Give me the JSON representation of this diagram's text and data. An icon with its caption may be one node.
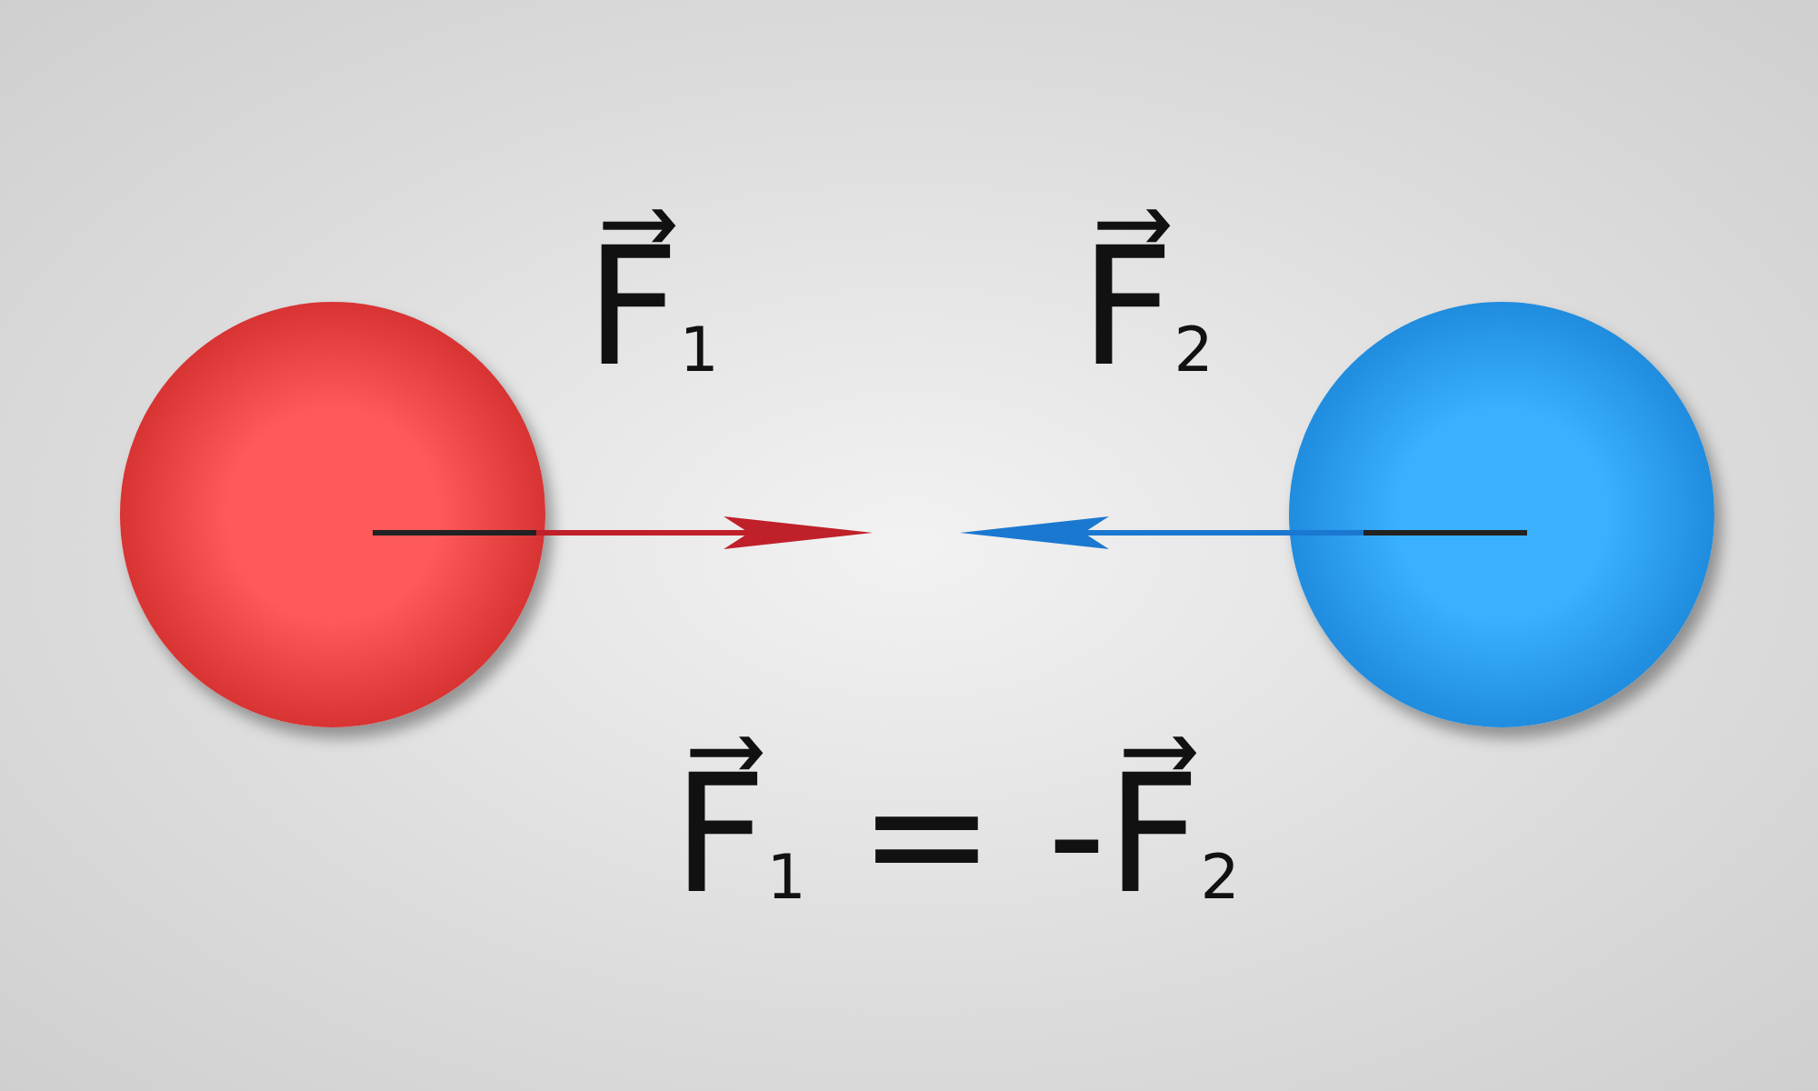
{
  "diagram": {
    "nodes": [
      {
        "text": [],
        "shape": "circle"
      },
      {
        "text": [],
        "shape": "circle"
      }
    ],
    "labels": [
      "F⃗$_{1}$",
      "F⃗$_{2}$",
      "F⃗$_{1}$ = -F⃗$_{2}$"
    ]
  }
}
